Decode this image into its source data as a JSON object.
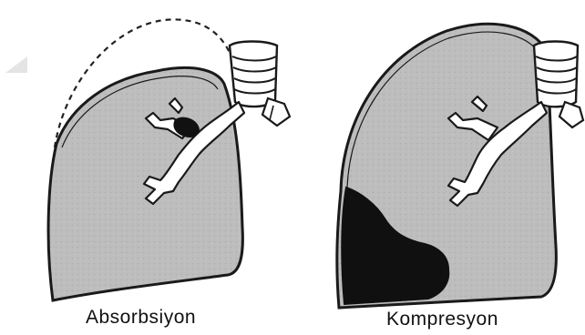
{
  "panels": [
    {
      "caption": "Absorbsiyon"
    },
    {
      "caption": "Kompresyon"
    }
  ],
  "colors": {
    "lung_fill": "#bdbdbd",
    "outline": "#1a1a1a",
    "airway_fill": "#ffffff",
    "collapse_fill": "#101010",
    "background": "#ffffff"
  },
  "icons": [
    "lung-outline",
    "trachea",
    "bronchial-tree",
    "dashed-original-outline",
    "mucus-plug",
    "pleural-effusion"
  ]
}
